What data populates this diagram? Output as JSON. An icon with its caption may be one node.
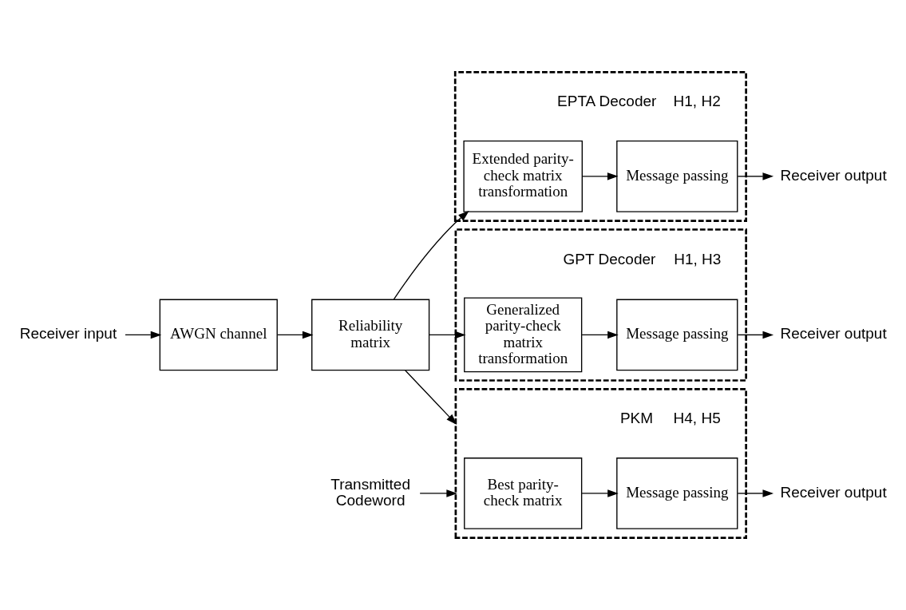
{
  "diagram": {
    "nodes": [
      {
        "text": [
          "Receiver input"
        ]
      },
      {
        "text": [
          "AWGN channel"
        ]
      },
      {
        "text": [
          "Reliability matrix"
        ]
      },
      {
        "text": [
          "EPTA Decoder",
          "H1, H2"
        ]
      },
      {
        "text": [
          "Extended parity-check matrix transformation"
        ],
        "in": 3
      },
      {
        "text": [
          "Message passing"
        ],
        "in": 3
      },
      {
        "text": [
          "Receiver output"
        ]
      },
      {
        "text": [
          "GPT Decoder",
          "H1, H3"
        ]
      },
      {
        "text": [
          "Generalized parity-check matrix transformation"
        ],
        "in": 7
      },
      {
        "text": [
          "Message passing"
        ],
        "in": 7
      },
      {
        "text": [
          "Receiver output"
        ]
      },
      {
        "text": [
          "PKM",
          "H4, H5"
        ]
      },
      {
        "text": [
          "Best parity-check matrix"
        ],
        "in": 11
      },
      {
        "text": [
          "Message passing"
        ],
        "in": 11
      },
      {
        "text": [
          "Receiver output"
        ]
      },
      {
        "text": [
          "Transmitted Codeword"
        ]
      }
    ],
    "edges": [
      {
        "from": 0,
        "to": 1,
        "arrow": "to"
      },
      {
        "from": 1,
        "to": 2,
        "arrow": "to"
      },
      {
        "from": 2,
        "to": 4,
        "arrow": "to"
      },
      {
        "from": 4,
        "to": 5,
        "arrow": "to"
      },
      {
        "from": 5,
        "to": 6,
        "arrow": "to"
      },
      {
        "from": 2,
        "to": 8,
        "arrow": "to"
      },
      {
        "from": 8,
        "to": 9,
        "arrow": "to"
      },
      {
        "from": 9,
        "to": 10,
        "arrow": "to"
      },
      {
        "from": 2,
        "to": 11,
        "arrow": "to"
      },
      {
        "from": 12,
        "to": 13,
        "arrow": "to"
      },
      {
        "from": 13,
        "to": 14,
        "arrow": "to"
      },
      {
        "from": 15,
        "to": 11,
        "arrow": "to"
      }
    ]
  }
}
